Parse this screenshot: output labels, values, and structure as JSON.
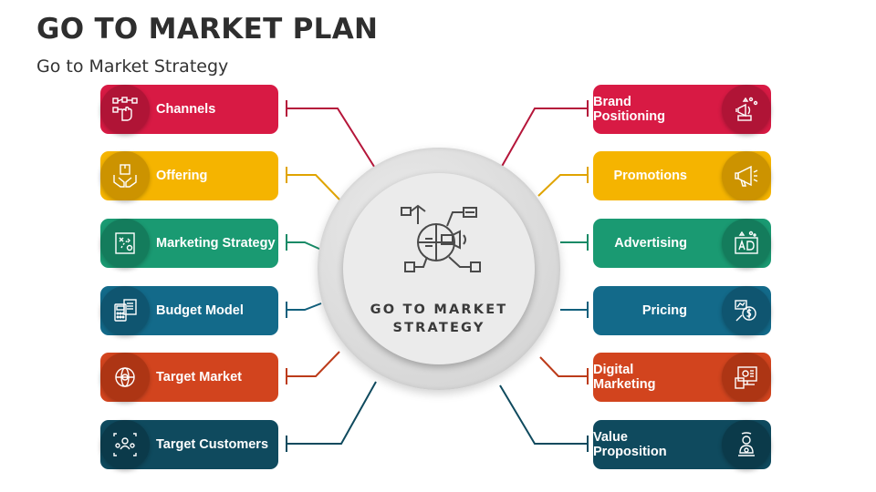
{
  "header": {
    "title": "GO TO MARKET PLAN",
    "subtitle": "Go to Market Strategy"
  },
  "hub": {
    "line1": "GO TO MARKET",
    "line2": "STRATEGY",
    "icon": "strategy-pie-icon"
  },
  "left_items": [
    {
      "label": "Channels",
      "color": "#d81a44",
      "icon": "channels-hand-network-icon"
    },
    {
      "label": "Offering",
      "color": "#f5b400",
      "icon": "offering-hands-box-icon"
    },
    {
      "label": "Marketing Strategy",
      "color": "#1a9a72",
      "icon": "marketing-strategy-board-icon"
    },
    {
      "label": "Budget Model",
      "color": "#136a8a",
      "icon": "budget-calculator-icon"
    },
    {
      "label": "Target Market",
      "color": "#d2441e",
      "icon": "target-market-globe-icon"
    },
    {
      "label": "Target Customers",
      "color": "#0f4a5e",
      "icon": "target-customers-people-icon"
    }
  ],
  "right_items": [
    {
      "label": "Brand Positioning",
      "color": "#d81a44",
      "icon": "brand-positioning-megaphone-icon"
    },
    {
      "label": "Promotions",
      "color": "#f5b400",
      "icon": "promotions-megaphone-icon"
    },
    {
      "label": "Advertising",
      "color": "#1a9a72",
      "icon": "advertising-ad-icon"
    },
    {
      "label": "Pricing",
      "color": "#136a8a",
      "icon": "pricing-dollar-icon"
    },
    {
      "label": "Digital Marketing",
      "color": "#d2441e",
      "icon": "digital-marketing-screen-icon"
    },
    {
      "label": "Value Proposition",
      "color": "#0f4a5e",
      "icon": "value-proposition-person-icon"
    }
  ]
}
